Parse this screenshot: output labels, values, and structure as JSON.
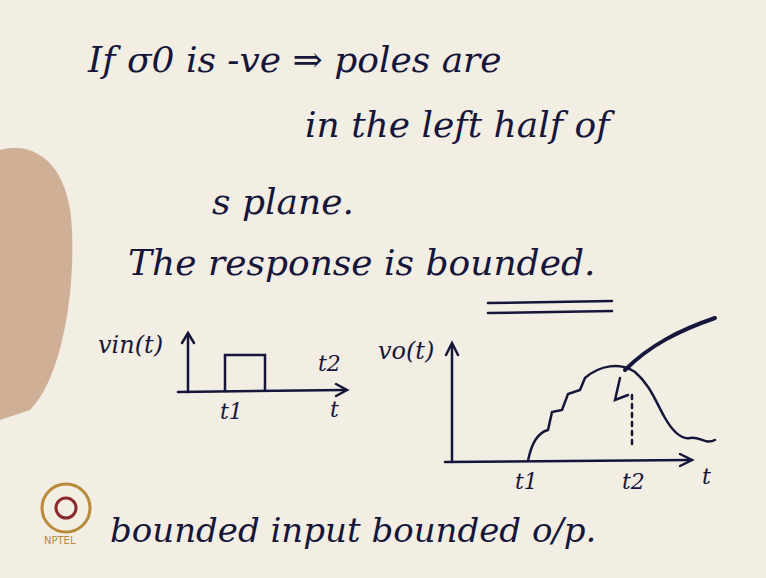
{
  "diagram": {
    "labels": [
      "If σ0 is -ve ⇒ poles are",
      "in the left half of",
      "s plane.",
      "The response is bounded.",
      "vin(t)",
      "t1",
      "t2",
      "t",
      "vo(t)",
      "t1",
      "t2",
      "t",
      "bounded input bounded o/p.",
      "NPTEL"
    ]
  }
}
